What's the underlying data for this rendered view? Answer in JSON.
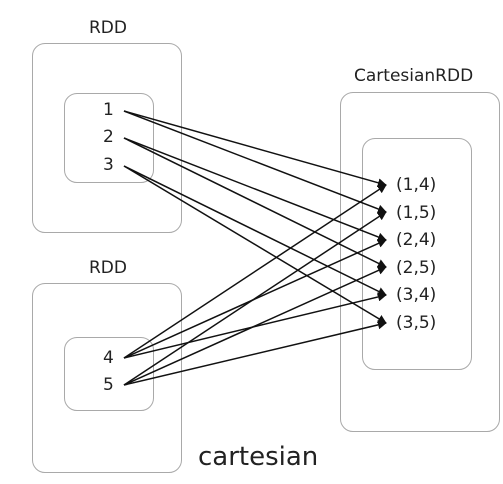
{
  "rdd_top": {
    "label": "RDD",
    "items": [
      "1",
      "2",
      "3"
    ]
  },
  "rdd_bottom": {
    "label": "RDD",
    "items": [
      "4",
      "5"
    ]
  },
  "cartesian_rdd": {
    "label": "CartesianRDD",
    "items": [
      "(1,4)",
      "(1,5)",
      "(2,4)",
      "(2,5)",
      "(3,4)",
      "(3,5)"
    ]
  },
  "operation_label": "cartesian",
  "edges": [
    {
      "from": "1",
      "to": "(1,4)"
    },
    {
      "from": "1",
      "to": "(1,5)"
    },
    {
      "from": "2",
      "to": "(2,4)"
    },
    {
      "from": "2",
      "to": "(2,5)"
    },
    {
      "from": "3",
      "to": "(3,4)"
    },
    {
      "from": "3",
      "to": "(3,5)"
    },
    {
      "from": "4",
      "to": "(1,4)"
    },
    {
      "from": "4",
      "to": "(2,4)"
    },
    {
      "from": "4",
      "to": "(3,4)"
    },
    {
      "from": "5",
      "to": "(1,5)"
    },
    {
      "from": "5",
      "to": "(2,5)"
    },
    {
      "from": "5",
      "to": "(3,5)"
    }
  ],
  "colors": {
    "border": "#a9a9a9",
    "line": "#111111",
    "text": "#222222"
  }
}
